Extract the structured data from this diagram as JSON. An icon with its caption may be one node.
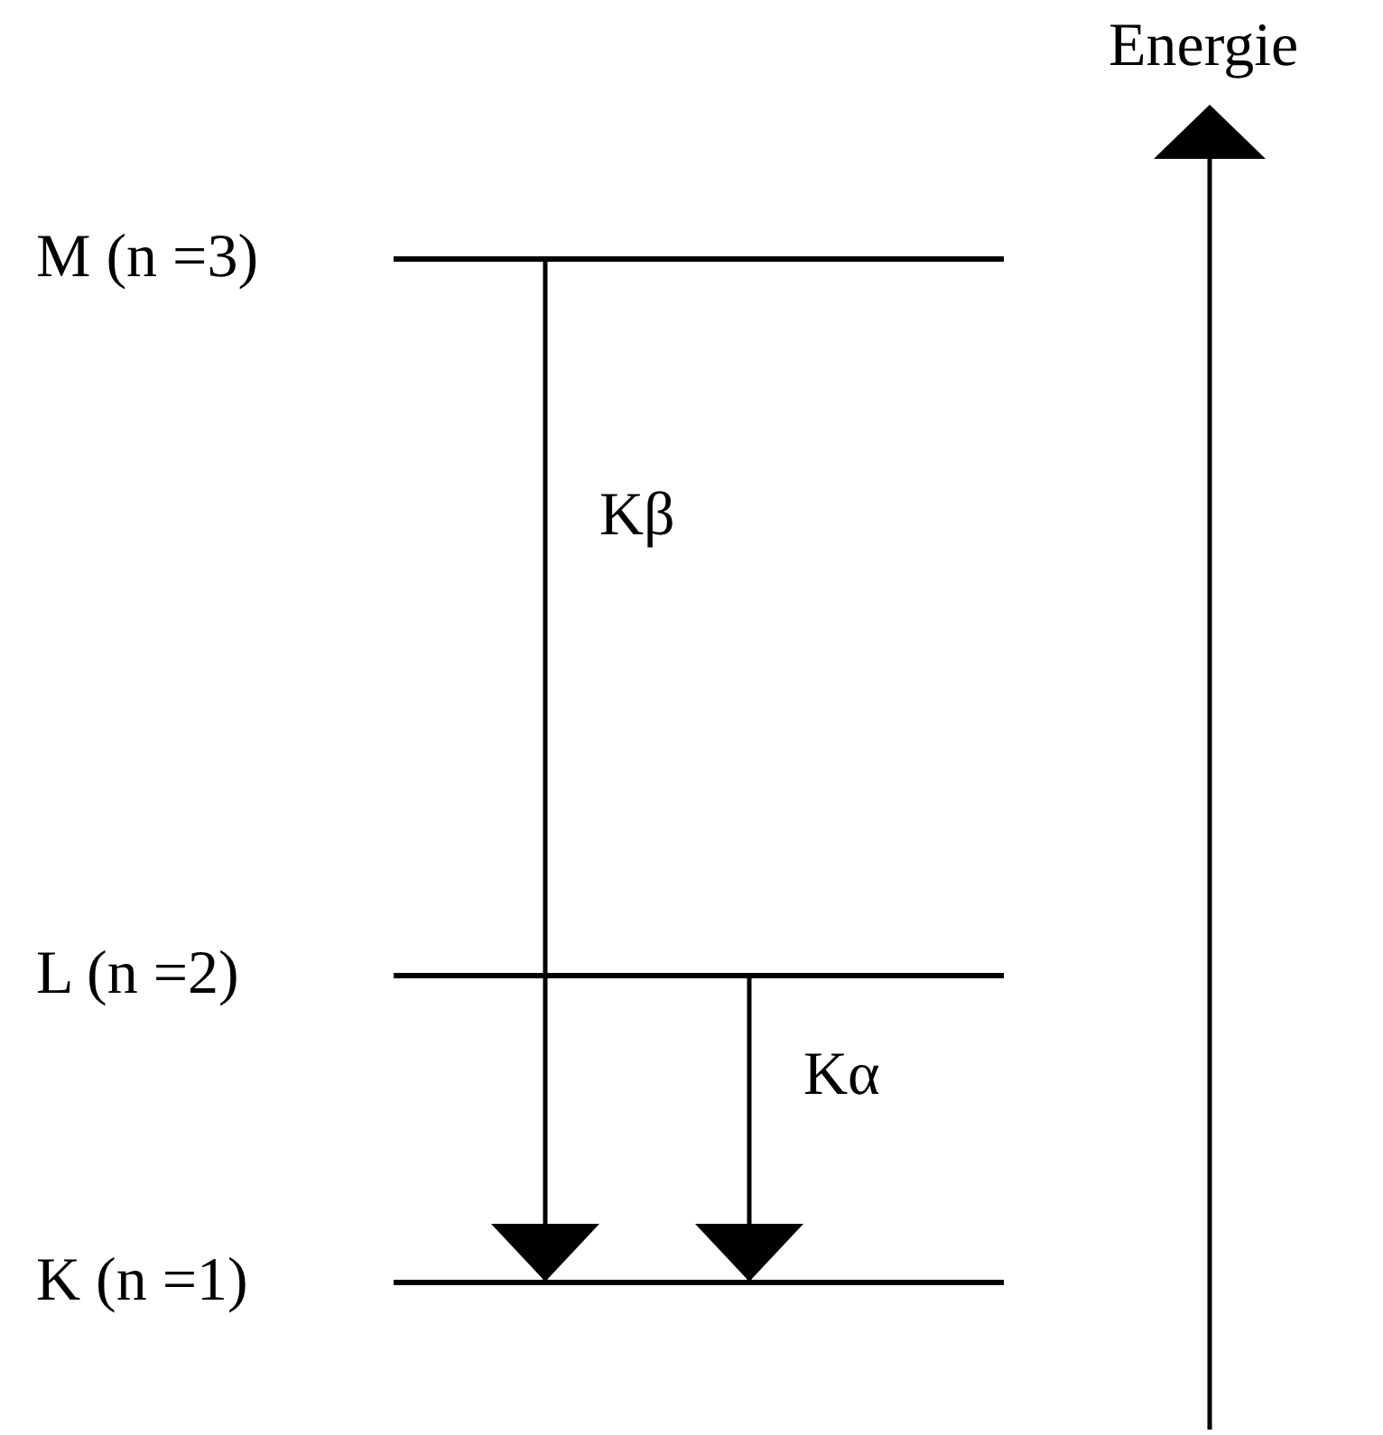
{
  "diagram": {
    "nodes": [
      {
        "text": [
          "M (n =3)"
        ]
      },
      {
        "text": [
          "L (n =2)"
        ]
      },
      {
        "text": [
          "K (n =1)"
        ]
      }
    ],
    "edges": [
      {
        "from": 0,
        "to": 2,
        "arrow": "to",
        "label": "Kβ"
      },
      {
        "from": 1,
        "to": 2,
        "arrow": "to",
        "label": "Kα"
      }
    ],
    "labels": [
      "Energie"
    ]
  }
}
